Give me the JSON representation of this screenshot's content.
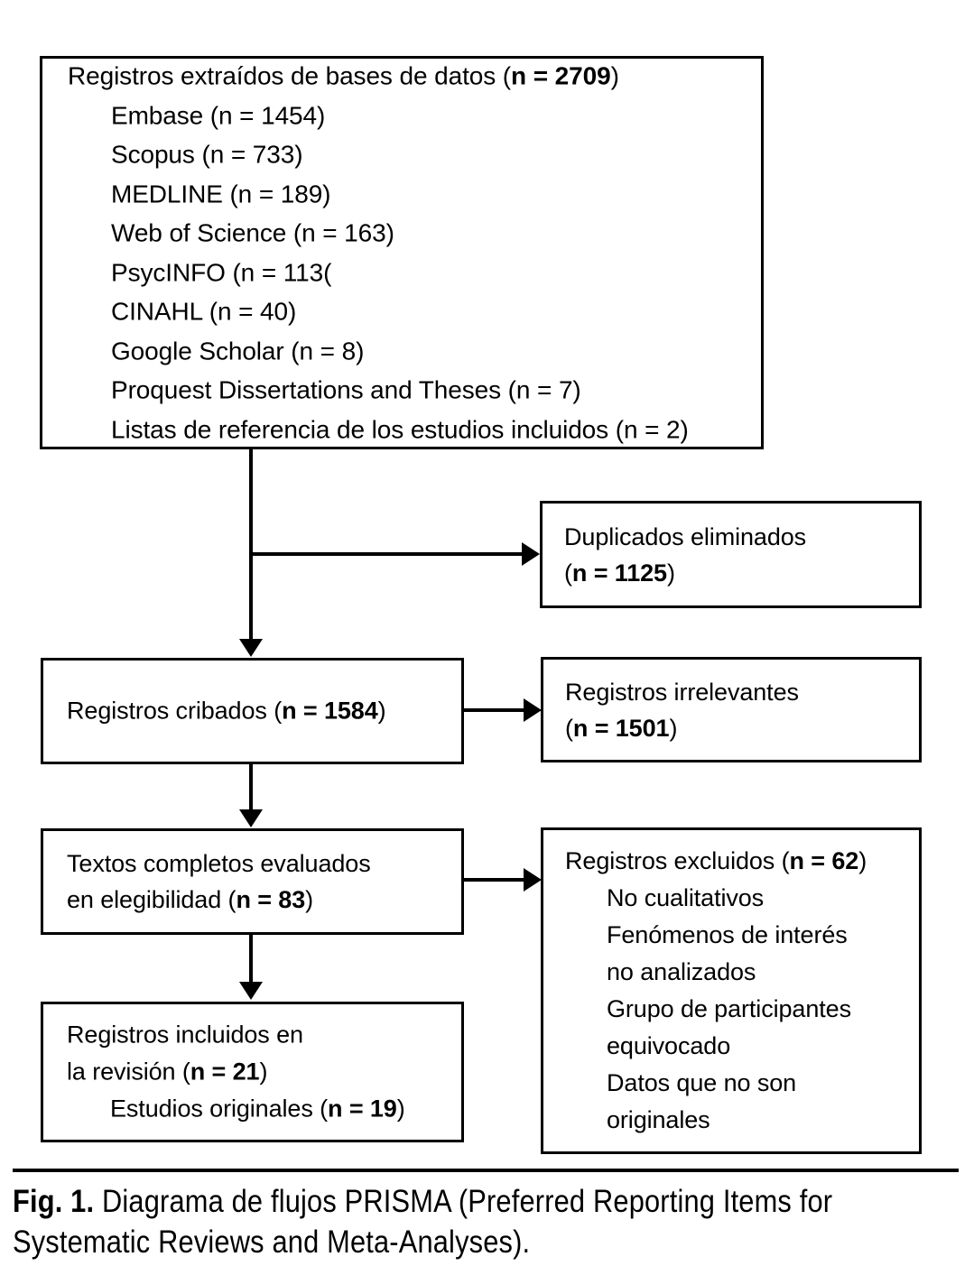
{
  "figure": {
    "label": "Fig. 1.",
    "caption": " Diagrama de flujos PRISMA (Preferred Reporting Items for Systematic Reviews and Meta-Analyses)."
  },
  "flow": {
    "sources": {
      "name": "identification-box",
      "header": {
        "text": "Registros extraídos de bases de datos (",
        "count": "n = 2709",
        "close": ")"
      },
      "items": [
        "Embase (n = 1454)",
        "Scopus (n = 733)",
        "MEDLINE (n = 189)",
        "Web of Science (n = 163)",
        "PsycINFO (n = 113(",
        "CINAHL (n = 40)",
        "Google Scholar (n = 8)",
        "Proquest Dissertations and Theses (n = 7)",
        "Listas de referencia de los estudios incluidos (n = 2)"
      ]
    },
    "duplicates": {
      "name": "duplicates-removed-box",
      "line1": "Duplicados eliminados",
      "open": "(",
      "count": "n = 1125",
      "close": ")"
    },
    "screened": {
      "name": "records-screened-box",
      "prefix": "Registros cribados (",
      "count": "n = 1584",
      "close": ")"
    },
    "irrelevant": {
      "name": "records-irrelevant-box",
      "line1": "Registros irrelevantes",
      "open": "(",
      "count": "n = 1501",
      "close": ")"
    },
    "eligibility": {
      "name": "full-text-assessed-box",
      "line1": "Textos completos evaluados",
      "line2_prefix": "en elegibilidad (",
      "count": "n = 83",
      "close": ")"
    },
    "excluded": {
      "name": "records-excluded-box",
      "header_prefix": "Registros excluidos (",
      "header_count": "n = 62",
      "header_close": ")",
      "reasons": [
        "No cualitativos",
        "Fenómenos de interés",
        "no analizados",
        "Grupo de participantes",
        "equivocado",
        "Datos que no son",
        "originales"
      ]
    },
    "included": {
      "name": "records-included-box",
      "line1": "Registros incluidos en",
      "line2_prefix": "la revisión (",
      "line2_count": "n = 21",
      "line2_close": ")",
      "line3_prefix": "Estudios originales (",
      "line3_count": "n = 19",
      "line3_close": ")"
    }
  },
  "colors": {
    "stroke": "#000000",
    "background": "#ffffff",
    "text": "#000000"
  }
}
